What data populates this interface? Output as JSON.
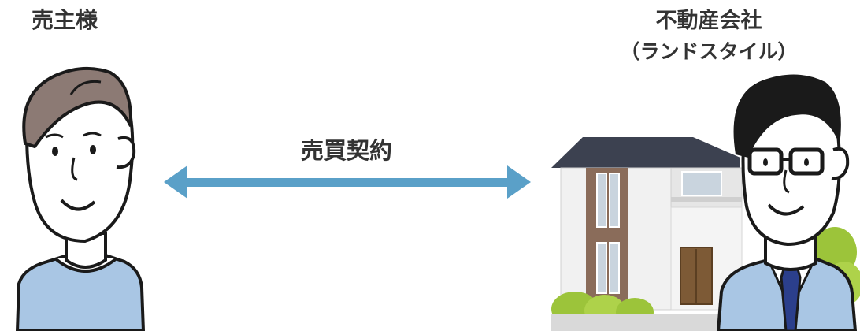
{
  "seller": {
    "label": "売主様"
  },
  "agent": {
    "label": "不動産会社",
    "sub_label": "（ランドスタイル）"
  },
  "relation": {
    "label": "売買契約",
    "color": "#5aa0c8"
  },
  "colors": {
    "shirt": "#a9c6e4",
    "hair_seller": "#8c7a74",
    "hair_agent": "#1a1a1a",
    "skin": "#ffffff",
    "roof": "#3c4150",
    "wall": "#f1f1f1",
    "wall_brick": "#8a6c5a",
    "hedge": "#9cc43a",
    "tie": "#2b3f8c",
    "door": "#7d5a36"
  },
  "icons": [
    "seller-person-icon",
    "agent-person-icon",
    "house-icon",
    "double-arrow-icon"
  ]
}
